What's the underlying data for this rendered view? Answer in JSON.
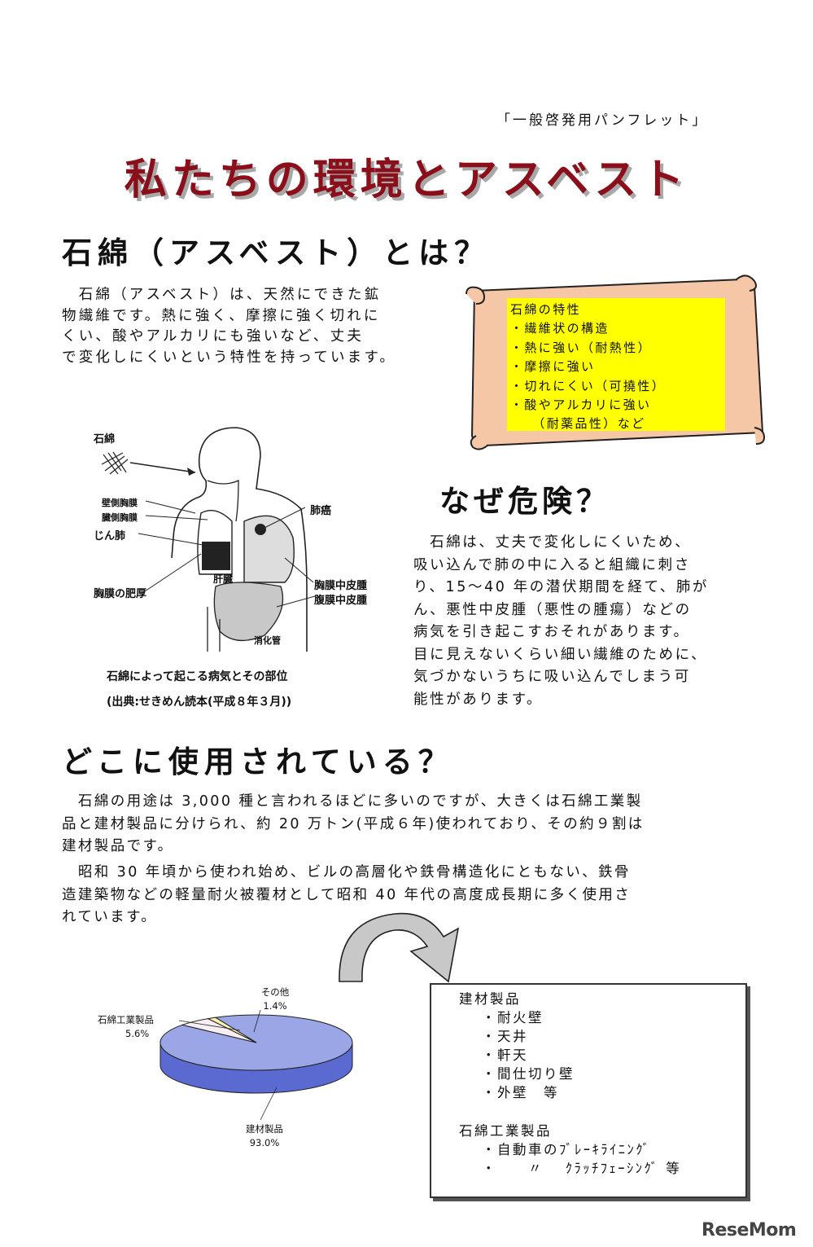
{
  "header": {
    "subtitle": "「一般啓発用パンフレット」",
    "title": "私たちの環境とアスベスト"
  },
  "section1": {
    "heading": "石綿（アスベスト）とは？",
    "text": "　石綿（アスベスト）は、天然にできた鉱\n物繊維です。熱に強く、摩擦に強く切れに\nくい、酸やアルカリにも強いなど、丈夫\nで変化しにくいという特性を持っています。",
    "properties": {
      "title": "石綿の特性",
      "items": [
        "・繊維状の構造",
        "・熱に強い（耐熱性）",
        "・摩擦に強い",
        "・切れにくい（可撓性）",
        "・酸やアルカリに強い",
        "　　（耐薬品性）など"
      ]
    }
  },
  "diagram": {
    "labels": {
      "asbestos": "石綿",
      "parietal_pleura": "壁側胸膜",
      "visceral_pleura": "臓側胸膜",
      "asbestosis": "じん肺",
      "lung_cancer": "肺癌",
      "pleural_thickening": "胸膜の肥厚",
      "liver": "肝臓",
      "pleural_mesothelioma": "胸膜中皮腫",
      "peritoneal_mesothelioma": "腹膜中皮腫",
      "gi_tract": "消化管"
    },
    "caption": "石綿によって起こる病気とその部位",
    "source": "(出典:せきめん読本(平成８年３月))"
  },
  "section2": {
    "heading": "なぜ危険？",
    "text": "　石綿は、丈夫で変化しにくいため、\n吸い込んで肺の中に入ると組織に刺さ\nり、15～40 年の潜伏期間を経て、肺が\nん、悪性中皮腫（悪性の腫瘍）などの\n病気を引き起こすおそれがあります。\n目に見えないくらい細い繊維のために、\n気づかないうちに吸い込んでしまう可\n能性があります。"
  },
  "section3": {
    "heading": "どこに使用されている？",
    "paragraph1": "　石綿の用途は 3,000 種と言われるほどに多いのですが、大きくは石綿工業製\n品と建材製品に分けられ、約 20 万トン(平成６年)使われており、その約９割は\n建材製品です。",
    "paragraph2": "　昭和 30 年頃から使われ始め、ビルの高層化や鉄骨構造化にともない、鉄骨\n造建築物などの軽量耐火被覆材として昭和 40 年代の高度成長期に多く使用さ\nれています。"
  },
  "chart_data": {
    "type": "pie",
    "slices": [
      {
        "label": "建材製品",
        "value_label": "93.0%",
        "value": 93.0,
        "color": "#9aa6e6"
      },
      {
        "label": "石綿工業製品",
        "value_label": "5.6%",
        "value": 5.6,
        "color": "#f6eef2"
      },
      {
        "label": "その他",
        "value_label": "1.4%",
        "value": 1.4,
        "color": "#fbf4b0"
      }
    ]
  },
  "usage": {
    "building_title": "建材製品",
    "building_items": [
      "・耐火壁",
      "・天井",
      "・軒天",
      "・間仕切り壁",
      "・外壁　等"
    ],
    "industrial_title": "石綿工業製品",
    "industrial_items": [
      "・自動車のﾌﾞﾚｰｷﾗｲﾆﾝｸﾞ",
      "・　　〃　 ｸﾗｯﾁﾌｪｰｼﾝｸﾞ 等"
    ]
  },
  "logo": {
    "text": "ReseMom"
  }
}
